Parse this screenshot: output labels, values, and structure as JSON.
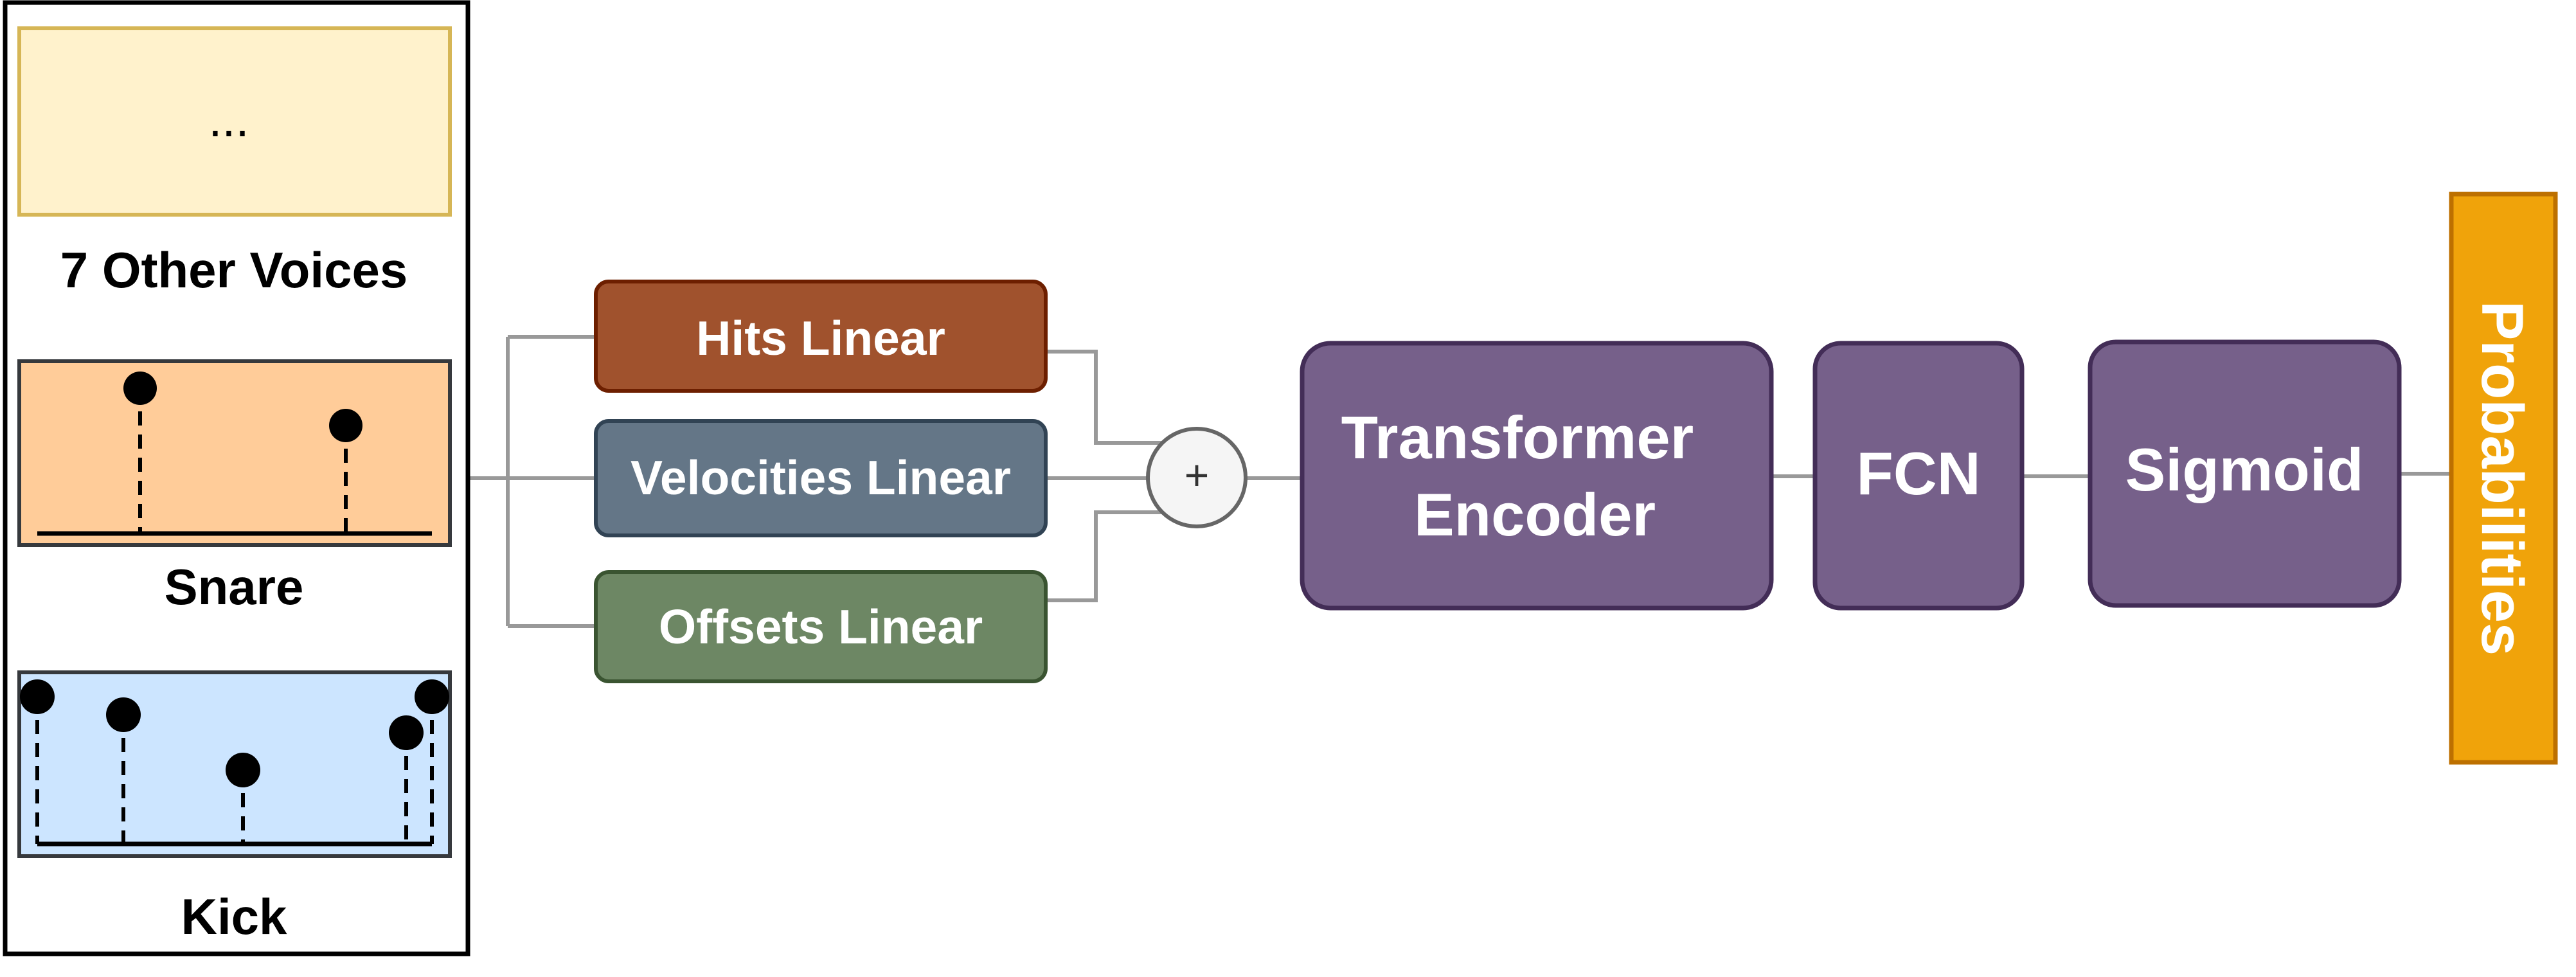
{
  "inputs": {
    "other_voices": {
      "glyph": "...",
      "label": "7 Other Voices",
      "fill": "#fff2cc",
      "stroke": "#d6b656"
    },
    "snare": {
      "label": "Snare",
      "fill": "#ffcc99",
      "stroke": "#36393d"
    },
    "kick": {
      "label": "Kick",
      "fill": "#cce5ff",
      "stroke": "#36393d"
    }
  },
  "linears": [
    {
      "label": "Hits Linear",
      "fill": "#a0522d",
      "stroke": "#6d1f00"
    },
    {
      "label": "Velocities Linear",
      "fill": "#647687",
      "stroke": "#314354"
    },
    {
      "label": "Offsets Linear",
      "fill": "#6d8764",
      "stroke": "#3a5431"
    }
  ],
  "sum_node": {
    "symbol": "+"
  },
  "blocks": [
    {
      "label_lines": [
        "Transformer",
        "Encoder"
      ],
      "fill": "#76608a",
      "stroke": "#432d57"
    },
    {
      "label_lines": [
        "FCN"
      ],
      "fill": "#76608a",
      "stroke": "#432d57"
    },
    {
      "label_lines": [
        "Sigmoid"
      ],
      "fill": "#76608a",
      "stroke": "#432d57"
    }
  ],
  "output": {
    "label": "Probabilities",
    "fill": "#f0a30a",
    "stroke": "#bd7000"
  },
  "connector_color": "#999999"
}
